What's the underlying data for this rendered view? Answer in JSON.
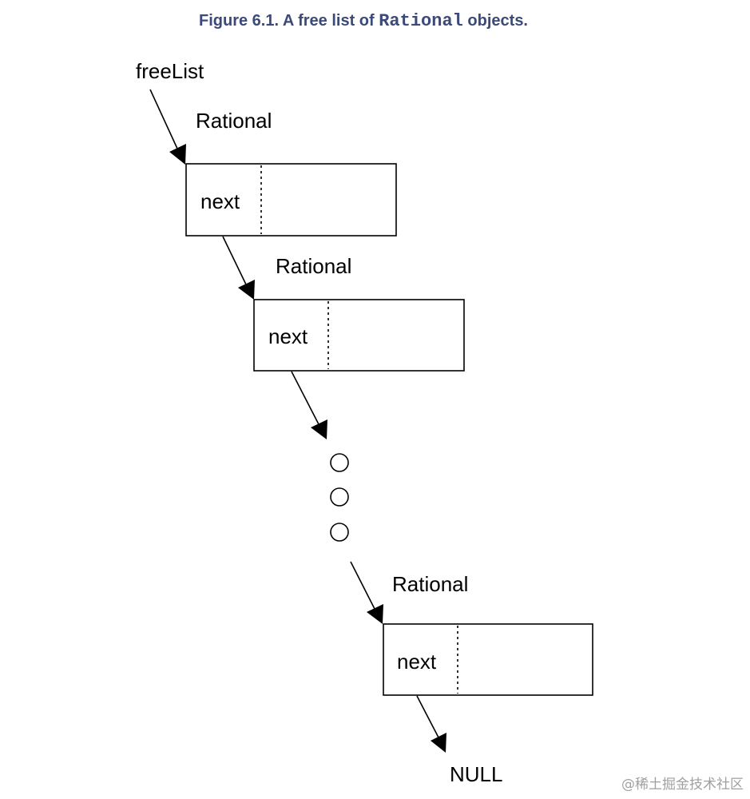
{
  "caption": {
    "prefix": "Figure 6.1. A free list of ",
    "code": "Rational",
    "suffix": " objects."
  },
  "diagram": {
    "head_label": "freeList",
    "nodes": [
      {
        "type_label": "Rational",
        "field_label": "next"
      },
      {
        "type_label": "Rational",
        "field_label": "next"
      },
      {
        "type_label": "Rational",
        "field_label": "next"
      }
    ],
    "ellipsis_count": 3,
    "terminal_label": "NULL"
  },
  "watermark": "@稀土掘金技术社区"
}
